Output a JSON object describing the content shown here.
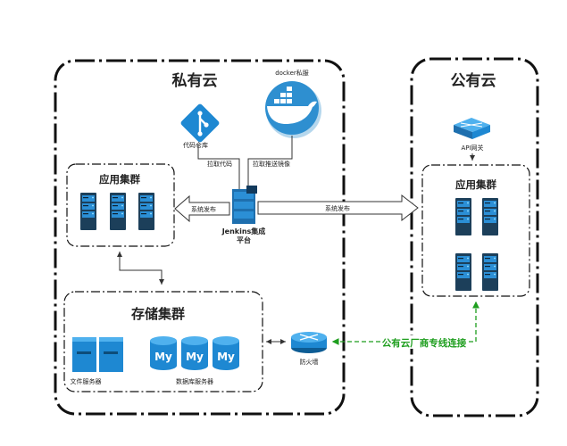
{
  "private_cloud": {
    "title": "私有云",
    "docker_label": "docker私服",
    "repo_label": "代码仓库",
    "pull_code_label": "拉取代码",
    "pull_image_label": "拉取推送镜像",
    "jenkins_label_line1": "Jenkins集成",
    "jenkins_label_line2": "平台",
    "publish_left_label": "系统发布",
    "app_cluster": {
      "title": "应用集群"
    },
    "storage_cluster": {
      "title": "存储集群",
      "file_server_label": "文件服务器",
      "db_server_label": "数据库服务器",
      "db_icon_text": "My"
    },
    "firewall_label": "防火墙"
  },
  "public_cloud": {
    "title": "公有云",
    "api_gateway_label": "API网关",
    "app_cluster": {
      "title": "应用集群"
    },
    "publish_right_label": "系统发布"
  },
  "dedicated_line_label": "公有云厂商专线连接",
  "colors": {
    "server_dark": "#1c3f5a",
    "server_light": "#2b8fd6",
    "accent_blue": "#1e88d2",
    "green_link": "#1e9e1e"
  }
}
